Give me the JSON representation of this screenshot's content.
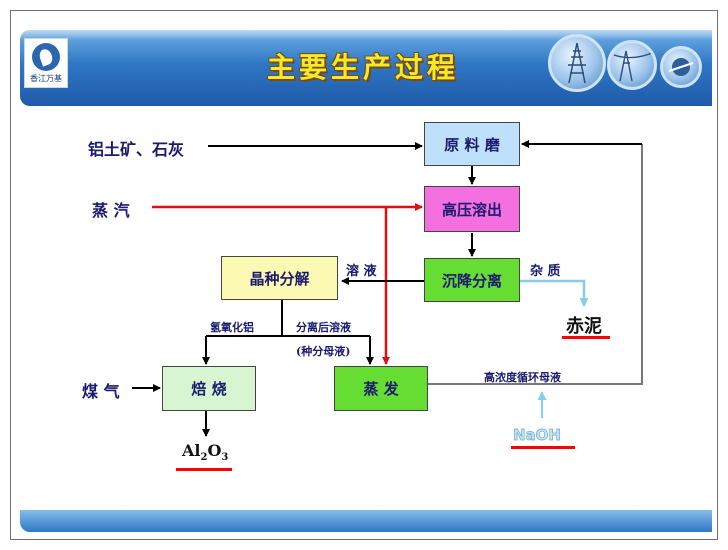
{
  "header": {
    "title": "主要生产过程",
    "logo_text": "香江万基",
    "photos": [
      "transmission-tower-photo",
      "power-line-photo",
      "globe-photo"
    ]
  },
  "colors": {
    "main_flow": "#000000",
    "steam_flow": "#e01010",
    "impurity_flow": "#88cce8",
    "recycle_flow": "#777777"
  },
  "inputs": {
    "bauxite_lime": "铝土矿、石灰",
    "steam": "蒸 汽",
    "gas": "煤 气"
  },
  "steps": {
    "grinding": "原 料 磨",
    "digestion": "高压溶出",
    "settling": "沉降分离",
    "decomposition": "晶种分解",
    "calcination": "焙 烧",
    "evaporation": "蒸  发"
  },
  "labels": {
    "solution": "溶 液",
    "impurity": "杂 质",
    "red_mud": "赤泥",
    "aluminum_hydroxide": "氢氧化铝",
    "mother_liquor_1": "分离后溶液",
    "mother_liquor_2": "(种分母液)",
    "recycle": "高浓度循环母液",
    "naoh": "NaOH",
    "product_main": "Al",
    "product_sub1": "2",
    "product_o": "O",
    "product_sub2": "3"
  }
}
